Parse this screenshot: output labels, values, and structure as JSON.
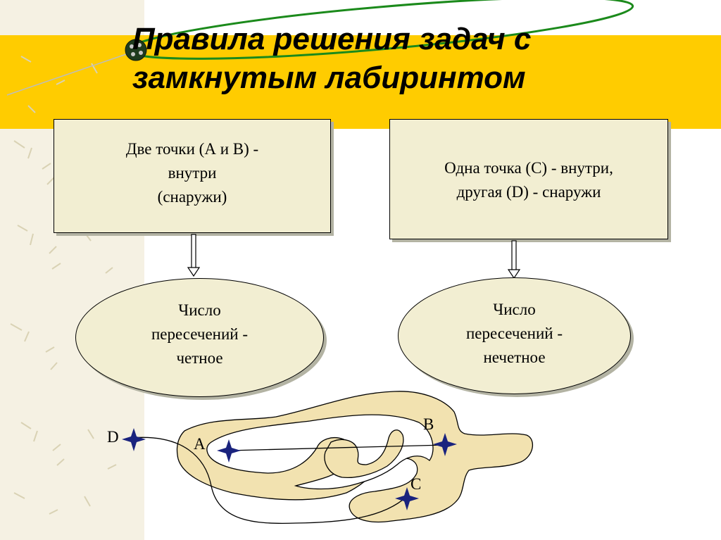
{
  "title": {
    "line1": "Правила решения задач с",
    "line2": "замкнутым лабиринтом"
  },
  "left_box": {
    "line1": "Две точки (А и В) -",
    "line2": "внутри",
    "line3": "(снаружи)"
  },
  "right_box": {
    "line1": "Одна точка (С) - внутри,",
    "line2": "другая (D) - снаружи"
  },
  "left_ellipse": {
    "line1": "Число",
    "line2": "пересечений -",
    "line3": "четное"
  },
  "right_ellipse": {
    "line1": "Число",
    "line2": "пересечений -",
    "line3": "нечетное"
  },
  "points": {
    "a": "A",
    "b": "B",
    "c": "C",
    "d": "D"
  },
  "colors": {
    "band": "#ffcc00",
    "box_fill": "#f2eed2",
    "maze_fill": "#f2e2b0",
    "star": "#1a237e",
    "orbit": "#1b8a1b"
  }
}
